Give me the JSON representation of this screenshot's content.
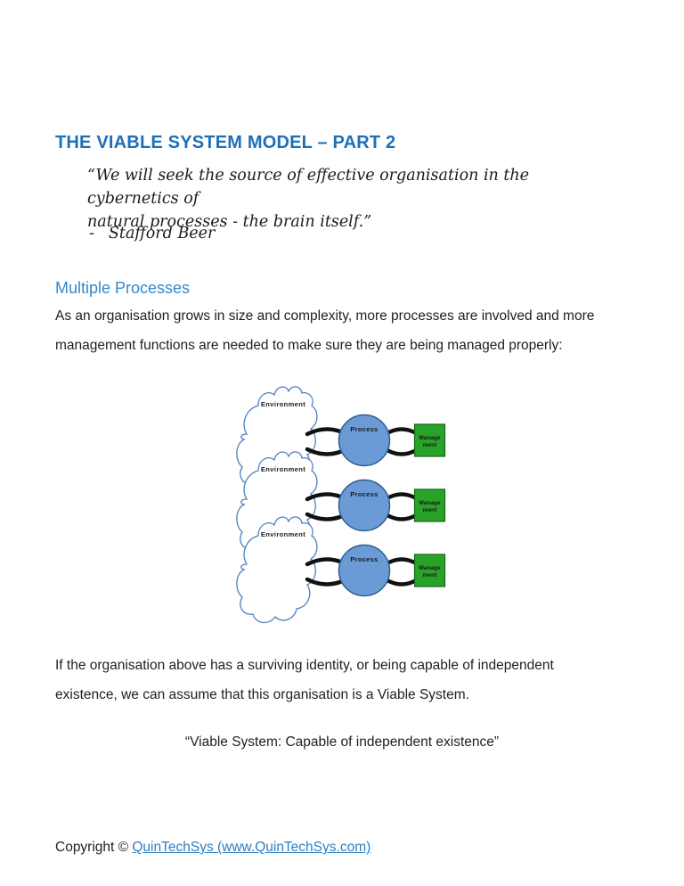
{
  "document": {
    "title": "THE VIABLE SYSTEM MODEL – PART 2",
    "quote_line1": "“We will seek the source of effective organisation in the cybernetics of",
    "quote_line2": "natural processes - the brain itself.”",
    "attribution_dash": "-",
    "attribution": "Stafford Beer",
    "section_heading": "Multiple Processes",
    "para1_line1": "As an organisation grows in size and complexity, more processes are involved and more",
    "para1_line2": "management functions are needed to make sure they are being managed properly:",
    "para2_line1": "If the organisation above has a surviving identity, or being capable of independent",
    "para2_line2": "existence, we can assume that this organisation is a Viable System.",
    "center_quote": "“Viable System: Capable of independent existence”",
    "footer": {
      "copyright_prefix": "Copyright © ",
      "link_text": "QuinTechSys (www.QuinTechSys.com)"
    }
  },
  "diagram": {
    "rows": 3,
    "environment_label": "Environment",
    "process_label": "Process",
    "management_line1": "Manage",
    "management_line2": "ment",
    "colors": {
      "cloud_fill": "#ffffff",
      "cloud_stroke": "#4f81bd",
      "process_fill": "#6b9bd7",
      "process_stroke": "#2e5e8e",
      "management_fill": "#28a228",
      "management_stroke": "#156815",
      "connector": "#111111"
    }
  },
  "colors": {
    "title_blue": "#1d70b8",
    "heading_blue": "#3387cc",
    "link_blue": "#2e7fc1",
    "body_text": "#1f1f1f"
  }
}
